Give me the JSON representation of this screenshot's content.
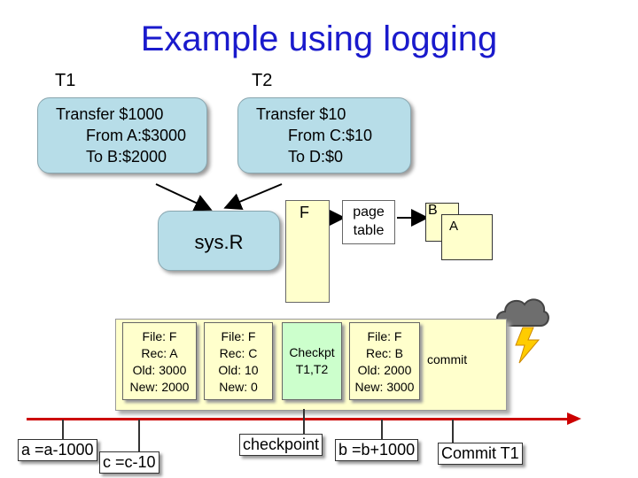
{
  "title": "Example using logging",
  "t1": {
    "label": "T1",
    "lines": [
      "Transfer $1000",
      "From A:$3000",
      "To B:$2000"
    ]
  },
  "t2": {
    "label": "T2",
    "lines": [
      "Transfer $10",
      "From C:$10",
      "To D:$0"
    ]
  },
  "sysr": "sys.R",
  "f_label": "F",
  "page_table": [
    "page",
    "table"
  ],
  "pages": [
    "B",
    "A"
  ],
  "log_records": [
    {
      "lines": [
        "File: F",
        "Rec: A",
        "Old: 3000",
        "New: 2000"
      ]
    },
    {
      "lines": [
        "File: F",
        "Rec: C",
        "Old: 10",
        "New: 0"
      ]
    },
    {
      "lines": [
        "Checkpt",
        "T1,T2"
      ]
    },
    {
      "lines": [
        "File: F",
        "Rec: B",
        "Old: 2000",
        "New: 3000"
      ]
    }
  ],
  "commit_record": "commit",
  "events": [
    "a =a-1000",
    "c =c-10",
    "checkpoint",
    "b =b+1000",
    "Commit T1"
  ],
  "colors": {
    "title": "#1a1acc",
    "transaction_box": "#b7dde8",
    "log_record": "#ffffcc",
    "checkpoint_record": "#ccffcc",
    "timeline": "#cc0000"
  },
  "icons": [
    "storm-cloud-icon"
  ]
}
